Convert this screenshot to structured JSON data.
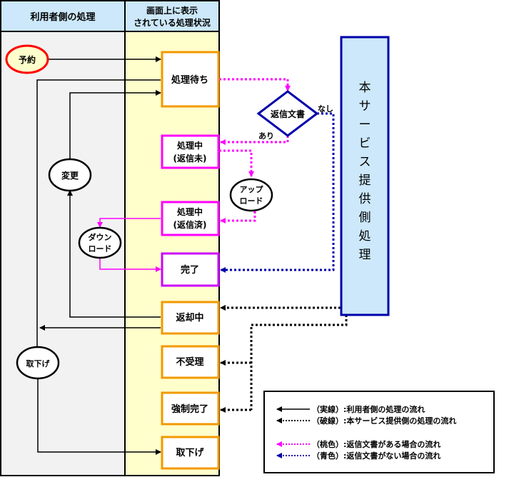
{
  "lanes": {
    "user": "利用者側の処理",
    "status_line1": "画面上に表示",
    "status_line2": "されている処理状況"
  },
  "user_nodes": {
    "reserve": "予約",
    "change": "変更",
    "download_line1": "ダウン",
    "download_line2": "ロード",
    "withdraw": "取下げ"
  },
  "status_boxes": {
    "waiting": "処理待ち",
    "processing_unreplied_line1": "処理中",
    "processing_unreplied_line2": "(返信未)",
    "processing_replied_line1": "処理中",
    "processing_replied_line2": "(返信済)",
    "complete": "完了",
    "returning": "返却中",
    "rejected": "不受理",
    "forced_complete": "強制完了",
    "withdrawn": "取下げ"
  },
  "decision": {
    "label": "返信文書",
    "yes": "あり",
    "no": "なし"
  },
  "upload": {
    "line1": "アップ",
    "line2": "ロード"
  },
  "service_side": {
    "chars": [
      "本",
      "サ",
      "ー",
      "ビ",
      "ス",
      "提",
      "供",
      "側",
      "処",
      "理"
    ]
  },
  "legend": {
    "solid": "（実線）:利用者側の処理の流れ",
    "dotted": "（破線）:本サービス提供側の処理の流れ",
    "pink": "（桃色）:返信文書がある場合の流れ",
    "blue": "（青色）:返信文書がない場合の流れ"
  },
  "colors": {
    "orange": "#f39800",
    "magenta": "#ff00ff",
    "purple": "#cc00ff",
    "blue": "#0000aa",
    "red": "#ff0000",
    "lane_header": "#cce8fa",
    "user_lane": "#f2f2f2",
    "status_lane": "#ffffcc",
    "service_fill": "#cce8fa"
  }
}
